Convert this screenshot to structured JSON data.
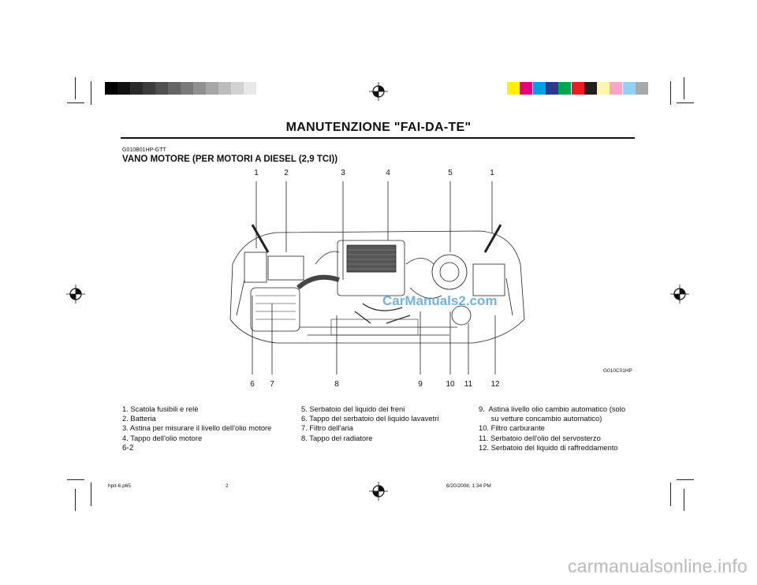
{
  "header": {
    "title": "MANUTENZIONE \"FAI-DA-TE\"",
    "section_code": "G010B01HP-GTT",
    "section_title": "VANO MOTORE (PER MOTORI A DIESEL (2,9 TCI))"
  },
  "figure": {
    "code": "G010C01HP",
    "watermark": "CarManuals2.com",
    "callouts_top": [
      "1",
      "2",
      "3",
      "4",
      "5",
      "1"
    ],
    "callouts_bottom": [
      "6",
      "7",
      "8",
      "9",
      "10",
      "11",
      "12"
    ]
  },
  "legend": {
    "col1": [
      "1.  Scatola fusibili e relè",
      "2.  Batteria",
      "3.  Astina per misurare il livello dell'olio motore",
      "4.  Tappo dell'olio motore"
    ],
    "col2": [
      "5.  Serbatoio del liquido dei freni",
      "6.  Tappo del serbatoio del liquido lavavetri",
      "7.  Filtro dell'aria",
      "8.  Tappo del radiatore"
    ],
    "col3": [
      "9.  Astina livello olio cambio automatico (solo",
      "      su vetture concambio automatico)",
      "10. Filtro carburante",
      "11. Serbatoio dell'olio del servosterzo",
      "12. Serbatoio del liquido di raffreddamento"
    ]
  },
  "page_number": "6-2",
  "footer": {
    "file": "hpit-6.p65",
    "page": "2",
    "timestamp": "6/20/2008, 1:34 PM"
  },
  "site_mark": "carmanualsonline.info",
  "colors": {
    "gray_bar": [
      "#000000",
      "#111111",
      "#2a2a2a",
      "#3c3c3c",
      "#505050",
      "#656565",
      "#7a7a7a",
      "#909090",
      "#a6a6a6",
      "#bcbcbc",
      "#d2d2d2",
      "#e8e8e8"
    ],
    "color_bar": [
      "#ffef00",
      "#e5007e",
      "#00a0e3",
      "#2b3990",
      "#00a651",
      "#ed1c24",
      "#231f20",
      "#fff7a8",
      "#f7a6c8",
      "#8fd3f2",
      "#a7a9ac"
    ]
  }
}
